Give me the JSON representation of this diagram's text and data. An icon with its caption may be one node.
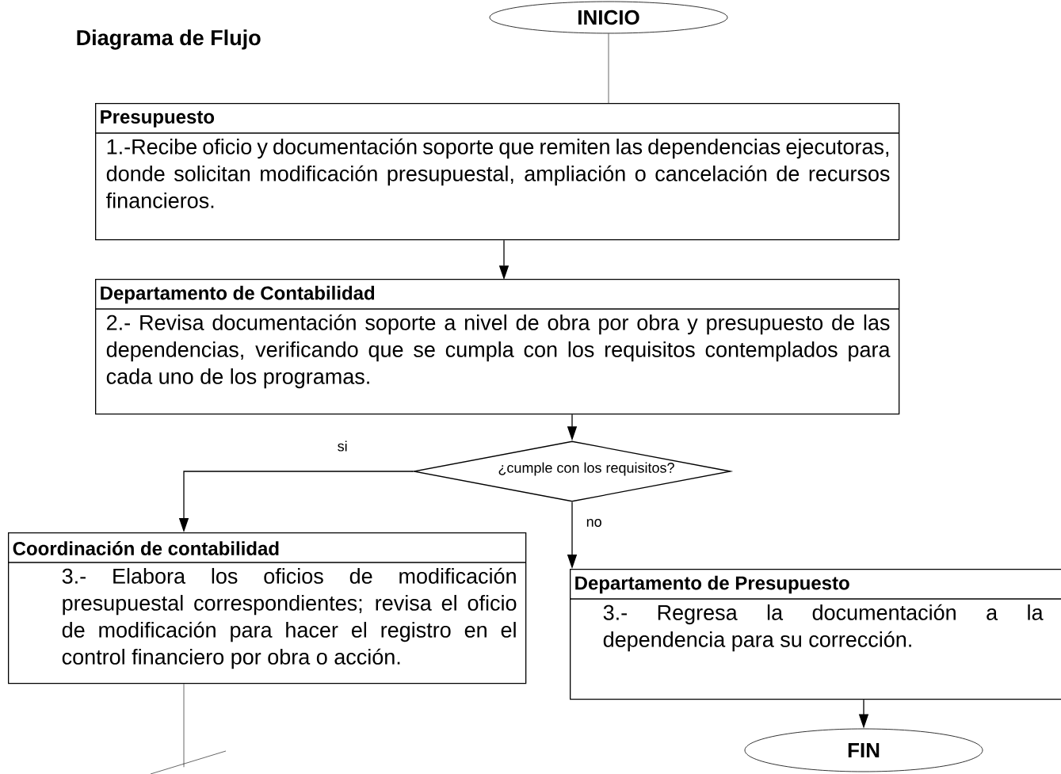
{
  "diagram": {
    "title": "Diagrama de Flujo",
    "nodes": [
      {
        "text": [
          "INICIO"
        ]
      },
      {
        "text": [
          "Presupuesto",
          "1.-Recibe oficio y documentación soporte que remiten las dependencias ejecutoras, donde solicitan modificación presupuestal, ampliación o cancelación de recursos financieros."
        ]
      },
      {
        "text": [
          "Departamento de Contabilidad",
          "2.- Revisa documentación soporte a nivel de obra por obra y presupuesto de las dependencias, verificando que se cumpla con los requisitos contemplados para cada uno de los programas."
        ]
      },
      {
        "text": [
          "¿cumple con los requisitos?"
        ]
      },
      {
        "text": [
          "Coordinación de contabilidad",
          "3.-  Elabora los oficios de modificación presupuestal correspondientes; revisa el oficio de modificación para hacer el registro en el control financiero por obra o acción."
        ]
      },
      {
        "text": [
          "Departamento de Presupuesto",
          "3.- Regresa la documentación a la dependencia para su corrección."
        ]
      },
      {
        "text": [
          "FIN"
        ]
      }
    ],
    "edges": [
      {
        "from": 0,
        "to": 1,
        "arrow": "none"
      },
      {
        "from": 1,
        "to": 2,
        "arrow": "to"
      },
      {
        "from": 2,
        "to": 3,
        "arrow": "to"
      },
      {
        "from": 3,
        "to": 4,
        "arrow": "to",
        "label": "si"
      },
      {
        "from": 3,
        "to": 5,
        "arrow": "to",
        "label": "no"
      },
      {
        "from": 5,
        "to": 6,
        "arrow": "to"
      },
      {
        "from": 4,
        "to": null,
        "arrow": "none"
      }
    ]
  }
}
